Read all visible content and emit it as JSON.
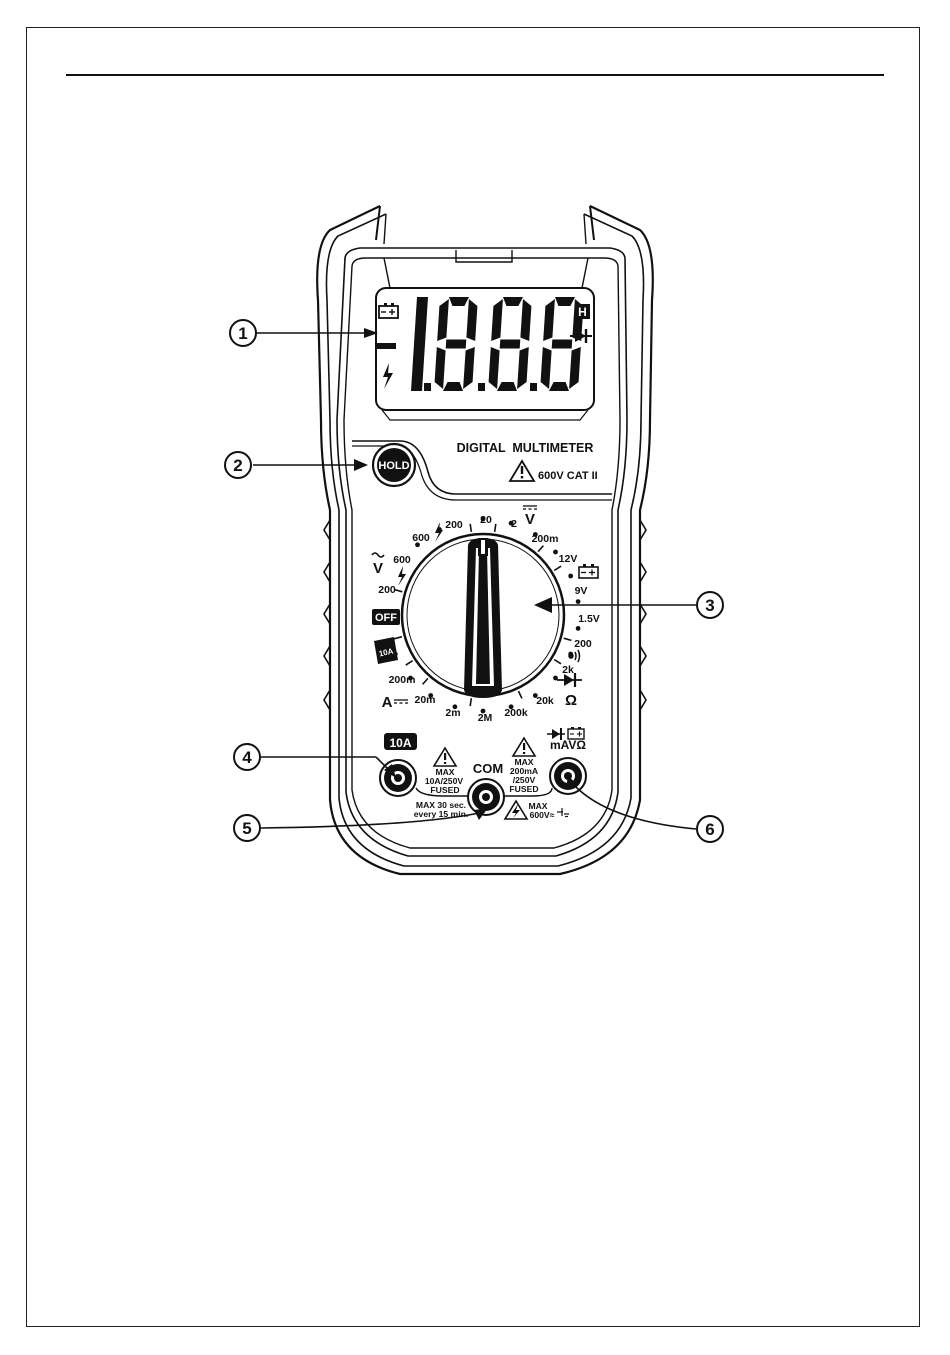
{
  "callouts": [
    "1",
    "2",
    "3",
    "4",
    "5",
    "6"
  ],
  "lcd": {
    "digits": "1888",
    "battery_icon": "battery-icon",
    "hold_indicator": "H",
    "diode_icon": "diode-icon",
    "hv_icon": "lightning-icon"
  },
  "panel": {
    "title": "DIGITAL  MULTIMETER",
    "rating": "600V CAT II",
    "hold_button": "HOLD"
  },
  "dial": {
    "dcv_symbol": "V",
    "acv_symbol": "V",
    "dca_symbol": "A",
    "ohm_symbol": "Ω",
    "off": "OFF",
    "ten_a": "10A",
    "ranges": {
      "dcv_600": "600",
      "dcv_200": "200",
      "dcv_20": "20",
      "dcv_2": "2",
      "dcv_200m": "200m",
      "bat_12v": "12V",
      "bat_9v": "9V",
      "bat_15v": "1.5V",
      "cont_200": "200",
      "ohm_2k": "2k",
      "ohm_20k": "20k",
      "ohm_200k": "200k",
      "ohm_2m": "2M",
      "dca_2m": "2m",
      "dca_20m": "20m",
      "dca_200m": "200m",
      "acv_200": "200",
      "acv_600": "600"
    }
  },
  "jacks": {
    "ten_a_label": "10A",
    "ten_a_max": [
      "MAX",
      "10A/250V",
      "FUSED"
    ],
    "com_label": "COM",
    "com_note": [
      "MAX 30 sec.",
      "every 15 min."
    ],
    "ma_label": "mAVΩ",
    "ma_max": [
      "MAX",
      "200mA",
      "/250V",
      "FUSED"
    ],
    "com_max": [
      "MAX",
      "600V≈"
    ]
  }
}
